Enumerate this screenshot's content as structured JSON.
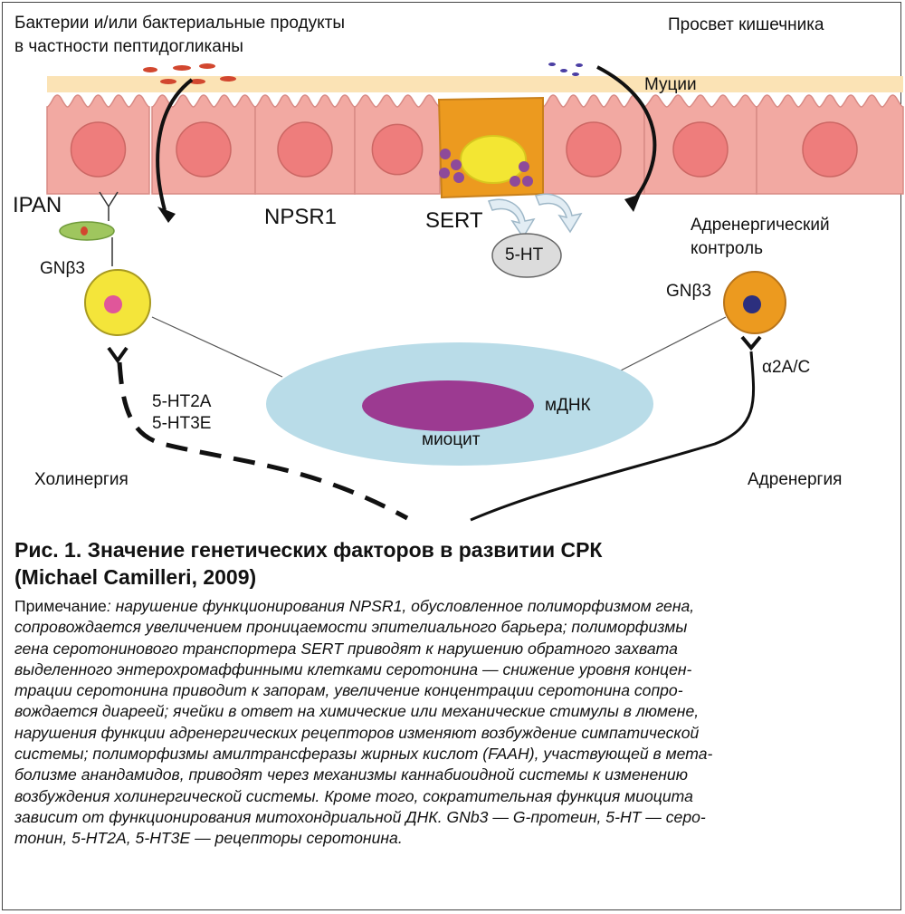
{
  "diagram": {
    "labels": {
      "bacteria": "Бактерии и/или бактериальные продукты",
      "bacteria2": "в частности пептидогликаны",
      "lumen": "Просвет кишечника",
      "mucin": "Муции",
      "ipan": "IPAN",
      "npsr1": "NPSR1",
      "sert": "SERT",
      "ht5": "5-HT",
      "adrenergic_control_1": "Адренергический",
      "adrenergic_control_2": "контроль",
      "gnb3_left": "GNβ3",
      "gnb3_right": "GNβ3",
      "alpha": "α2A/C",
      "ht2a": "5-HT2A",
      "ht3e": "5-HT3E",
      "mdnk": "мДНК",
      "myocyte": "миоцит",
      "cholinergy": "Холинергия",
      "adrenergy": "Адренергия"
    },
    "colors": {
      "mucus": "#fbe3b5",
      "epithelium": "#f2a9a2",
      "nucleus": "#ee7d7c",
      "ec_cell": "#ec9a1f",
      "granule": "#f3e633",
      "vesicle": "#8e4a9a",
      "myocyte_body": "#b9dce8",
      "mito": "#9c3a91",
      "ipan": "#9fc65e",
      "neuron_left": "#f4e53a",
      "neuron_left_core": "#e0569a",
      "neuron_right": "#ec9a1f",
      "neuron_right_core": "#2c2f7e",
      "bacteria": "#d2472f",
      "ht_bubble": "#dcdcdc"
    }
  },
  "caption": {
    "title_line1": "Рис. 1. Значение генетических факторов в развитии СРК",
    "title_line2": "(Michael Camilleri, 2009)",
    "note_label": "Примечание",
    "note_lines": [
      ": нарушение функционирования NPSR1, обусловленное полиморфизмом гена,",
      "сопровождается увеличением проницаемости эпителиального барьера; полиморфизмы",
      "гена серотонинового транспортера SERT приводят к нарушению обратного захвата",
      "выделенного энтерохромаффинными клетками серотонина — снижение уровня концен-",
      "трации серотонина приводит к запорам, увеличение концентрации серотонина сопро-",
      "вождается диареей; ячейки в ответ на химические или механические стимулы в люмене,",
      "нарушения функции адренергических рецепторов изменяют возбуждение симпатической",
      "системы; полиморфизмы амилтрансферазы жирных кислот (FAAH), участвующей в мета-",
      "болизме анандамидов, приводят через механизмы каннабиоидной системы к изменению",
      "возбуждения холинергической системы. Кроме того, сократительная функция миоцита",
      "зависит от функционирования митохондриальной ДНК. GNb3 — G-протеин, 5-HT — серо-",
      "тонин, 5-HT2A, 5-HT3E — рецепторы серотонина."
    ]
  }
}
